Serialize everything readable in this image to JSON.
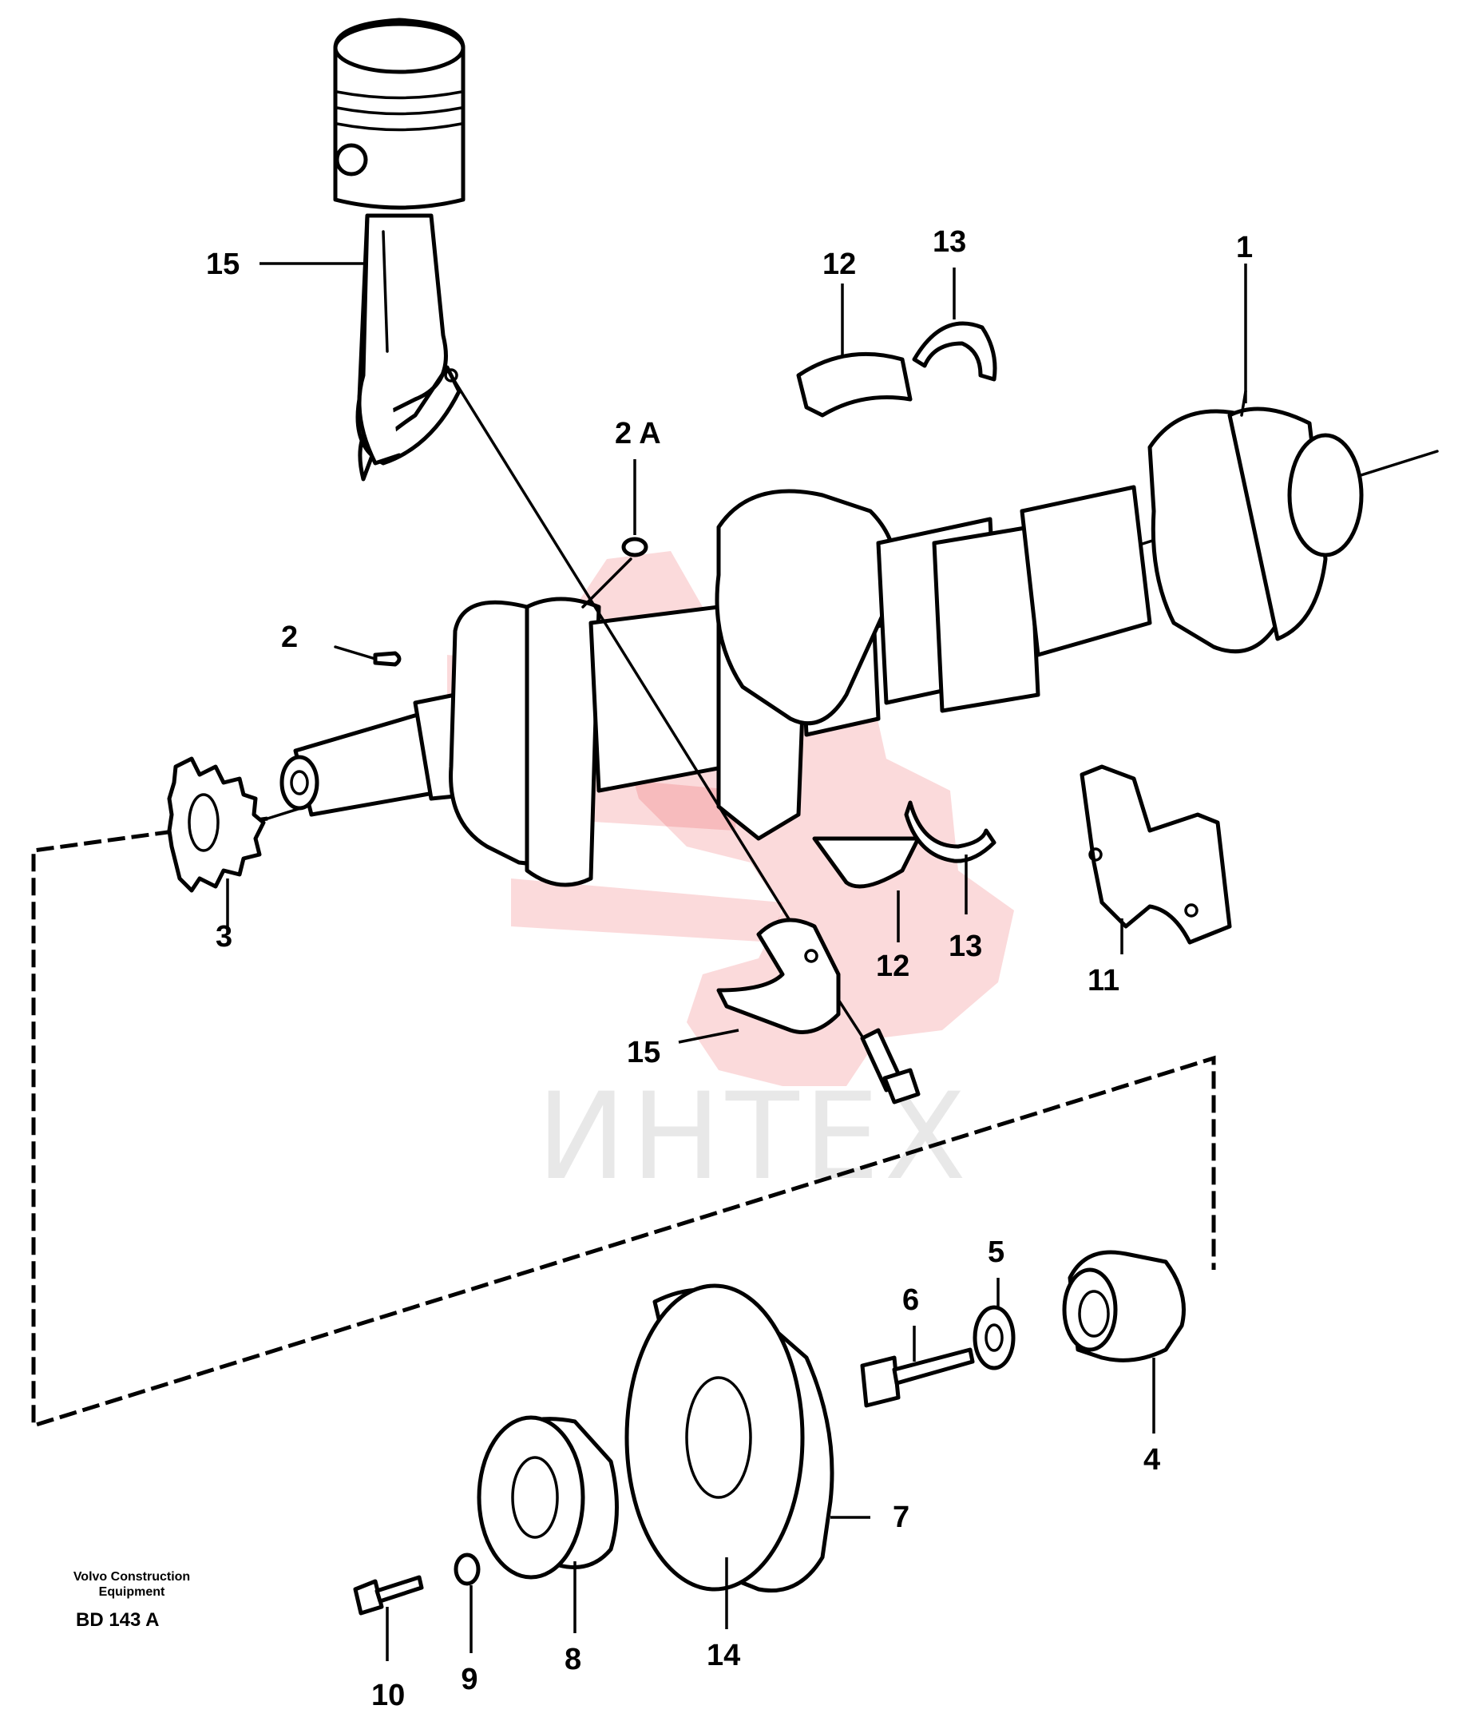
{
  "callouts": {
    "c1": "1",
    "c2": "2",
    "c2a": "2 A",
    "c3": "3",
    "c4": "4",
    "c5": "5",
    "c6": "6",
    "c7": "7",
    "c8": "8",
    "c9": "9",
    "c10": "10",
    "c11": "11",
    "c12_top": "12",
    "c12_bottom": "12",
    "c13_top": "13",
    "c13_bottom": "13",
    "c14": "14",
    "c15_top": "15",
    "c15_bottom": "15"
  },
  "footer": {
    "manufacturer_line1": "Volvo Construction",
    "manufacturer_line2": "Equipment",
    "drawing_code": "BD 143 A"
  },
  "watermark": {
    "text": "ИНТЕХ",
    "color": "#e7242a"
  }
}
